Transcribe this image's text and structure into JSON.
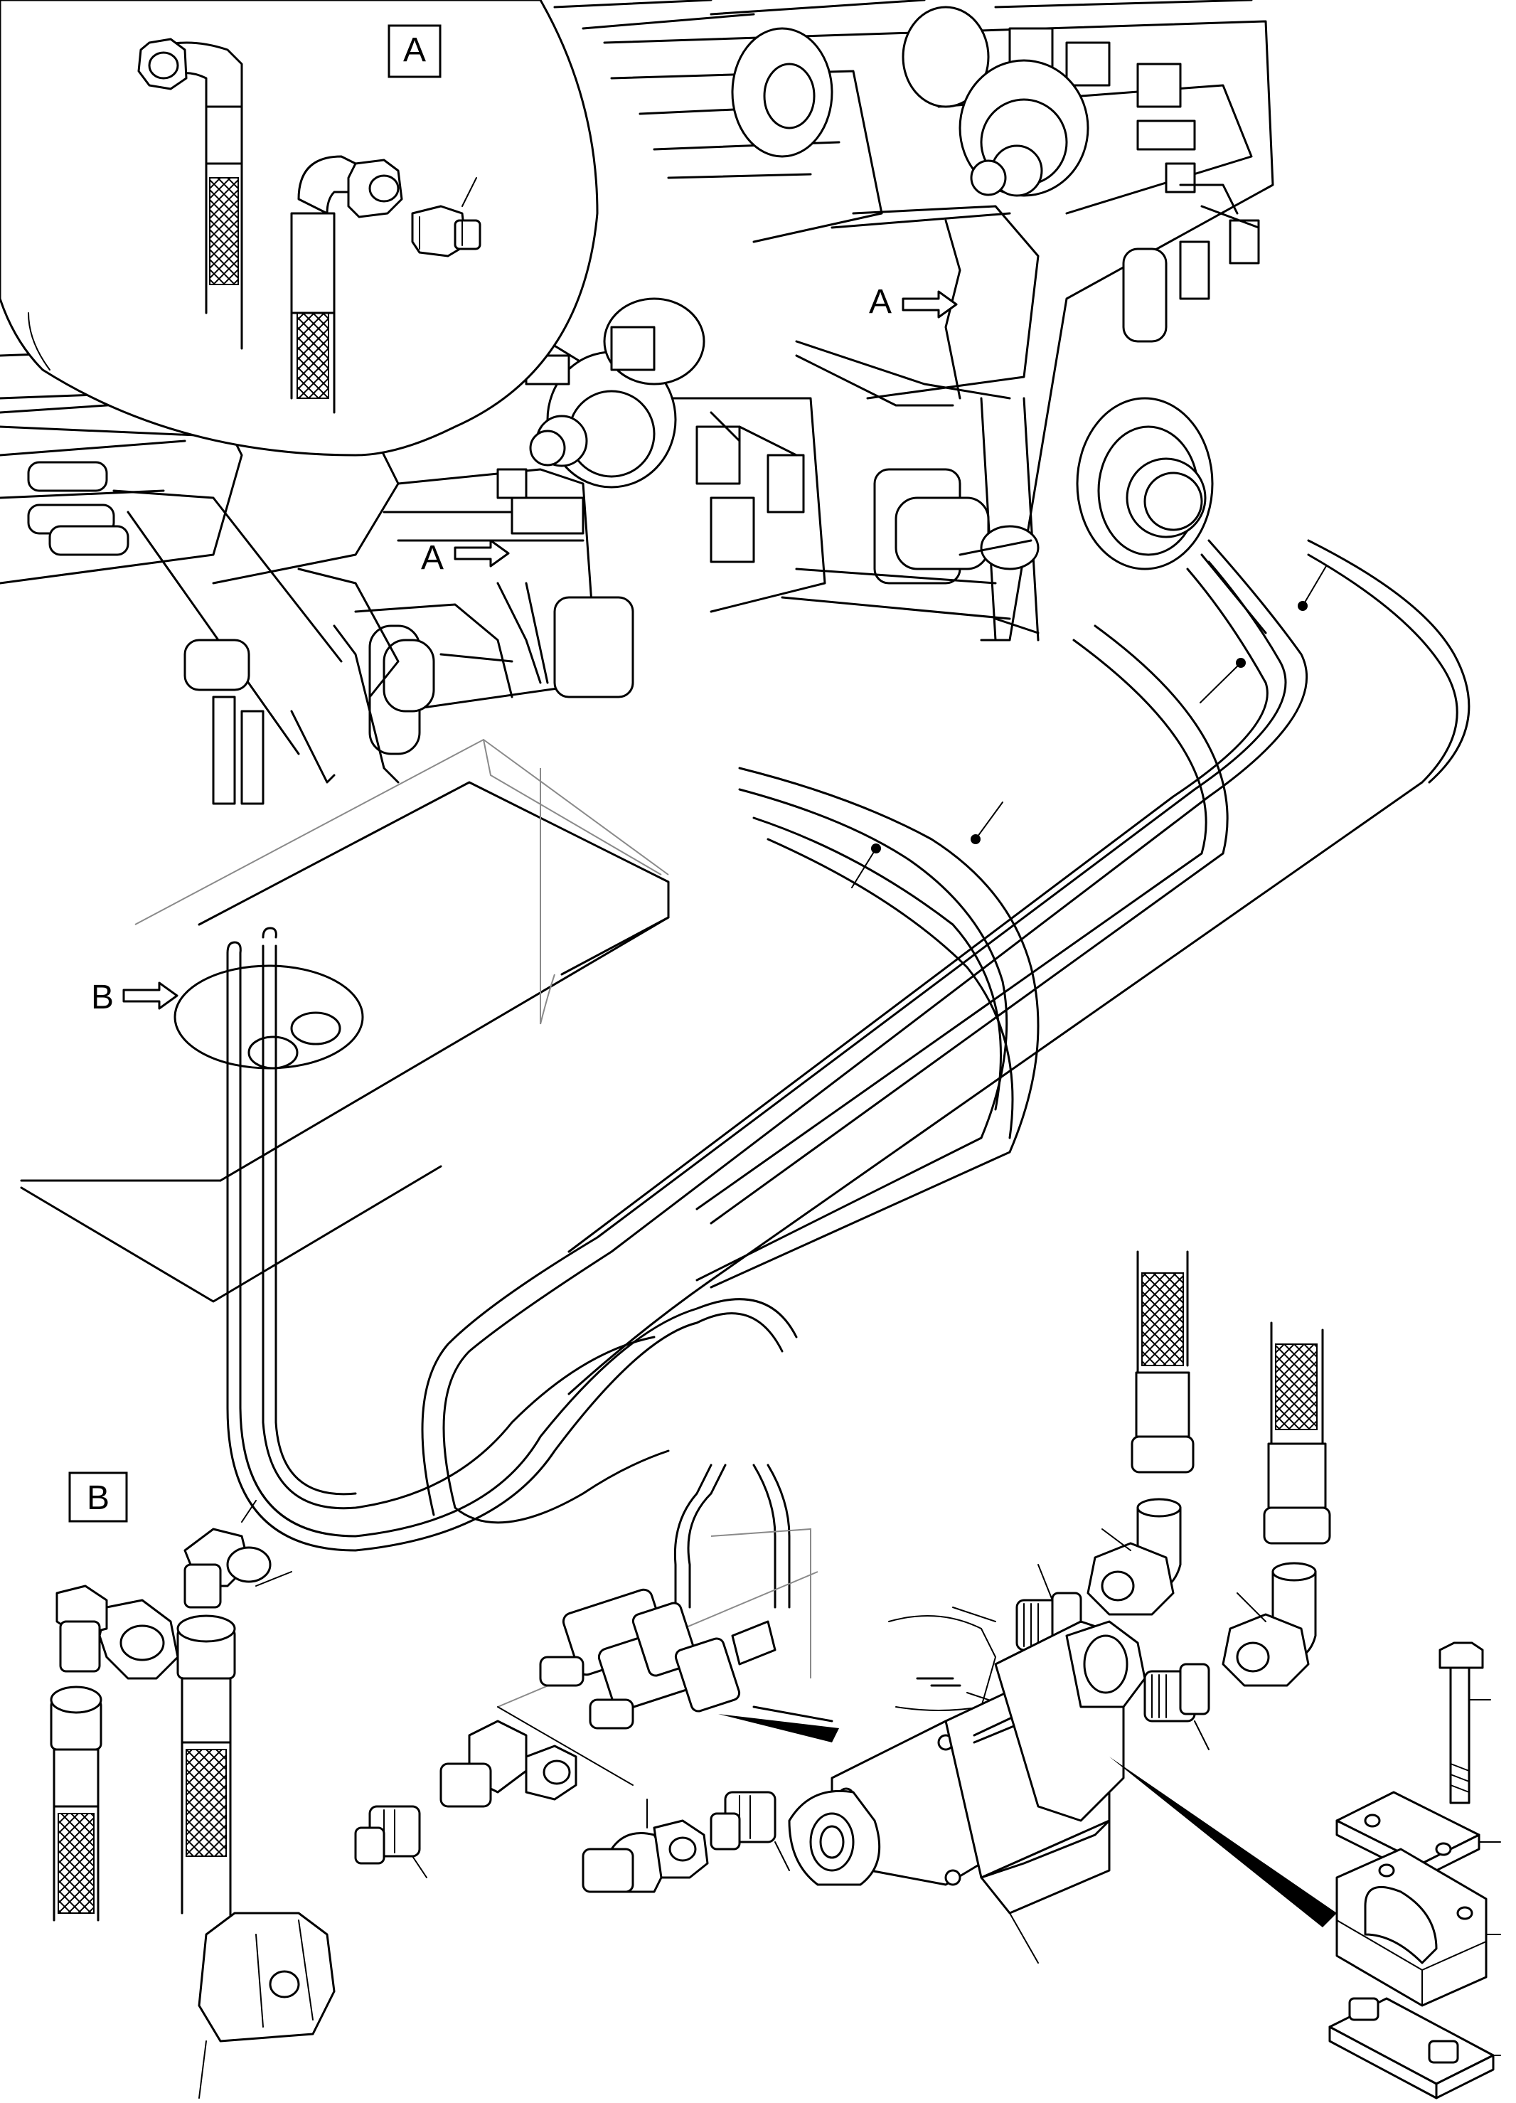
{
  "callouts": {
    "detail_a": "A",
    "detail_b": "B",
    "arrow_a_upper": "A",
    "arrow_a_lower": "A",
    "arrow_b": "B"
  }
}
